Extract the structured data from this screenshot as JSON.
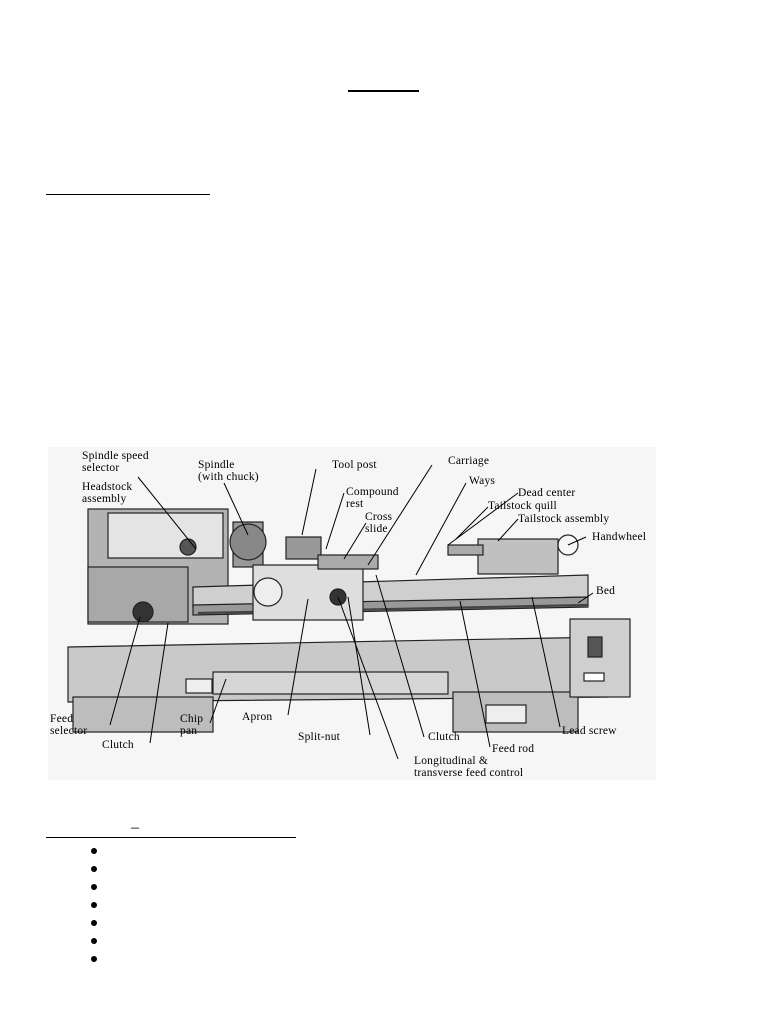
{
  "figure": {
    "labels": {
      "spindle_speed_selector": "Spindle  speed\nselector",
      "headstock_assembly": "Headstock\nassembly",
      "spindle_with_chuck": "Spindle\n(with chuck)",
      "tool_post": "Tool  post",
      "compound_rest": "Compound\nrest",
      "cross_slide": "Cross\nslide",
      "carriage": "Carriage",
      "ways": "Ways",
      "dead_center": "Dead  center",
      "tailstock_quill": "Tailstock  quill",
      "tailstock_assembly": "Tailstock  assembly",
      "handwheel": "Handwheel",
      "bed": "Bed",
      "lead_screw": "Lead  screw",
      "feed_rod": "Feed  rod",
      "clutch_right": "Clutch",
      "longitudinal_feed_control": "Longitudinal  &\ntransverse  feed  control",
      "split_nut": "Split-nut",
      "apron": "Apron",
      "chip_pan": "Chip\npan",
      "clutch_left": "Clutch",
      "feed_selector": "Feed\nselector"
    }
  },
  "list": {
    "dash": "–",
    "bullet_count": 7
  }
}
